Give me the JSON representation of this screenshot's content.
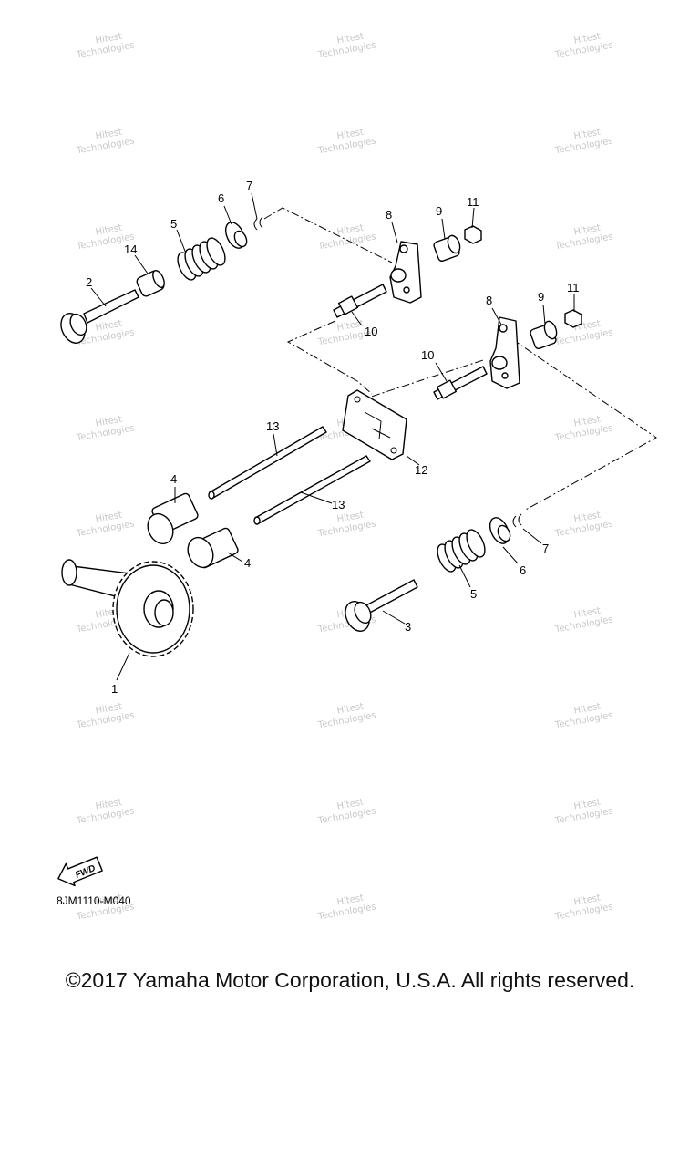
{
  "callouts": {
    "c1": "1",
    "c2": "2",
    "c3": "3",
    "c4a": "4",
    "c4b": "4",
    "c5a": "5",
    "c5b": "5",
    "c6a": "6",
    "c6b": "6",
    "c7a": "7",
    "c7b": "7",
    "c8a": "8",
    "c8b": "8",
    "c9a": "9",
    "c9b": "9",
    "c10a": "10",
    "c10b": "10",
    "c11a": "11",
    "c11b": "11",
    "c12": "12",
    "c13a": "13",
    "c13b": "13",
    "c14": "14"
  },
  "fwd_label": "FWD",
  "diagram_code": "8JM1110-M040",
  "watermark": {
    "line1": "Hitest",
    "line2": "Technologies"
  },
  "copyright": "©2017 Yamaha Motor Corporation, U.S.A. All rights reserved."
}
